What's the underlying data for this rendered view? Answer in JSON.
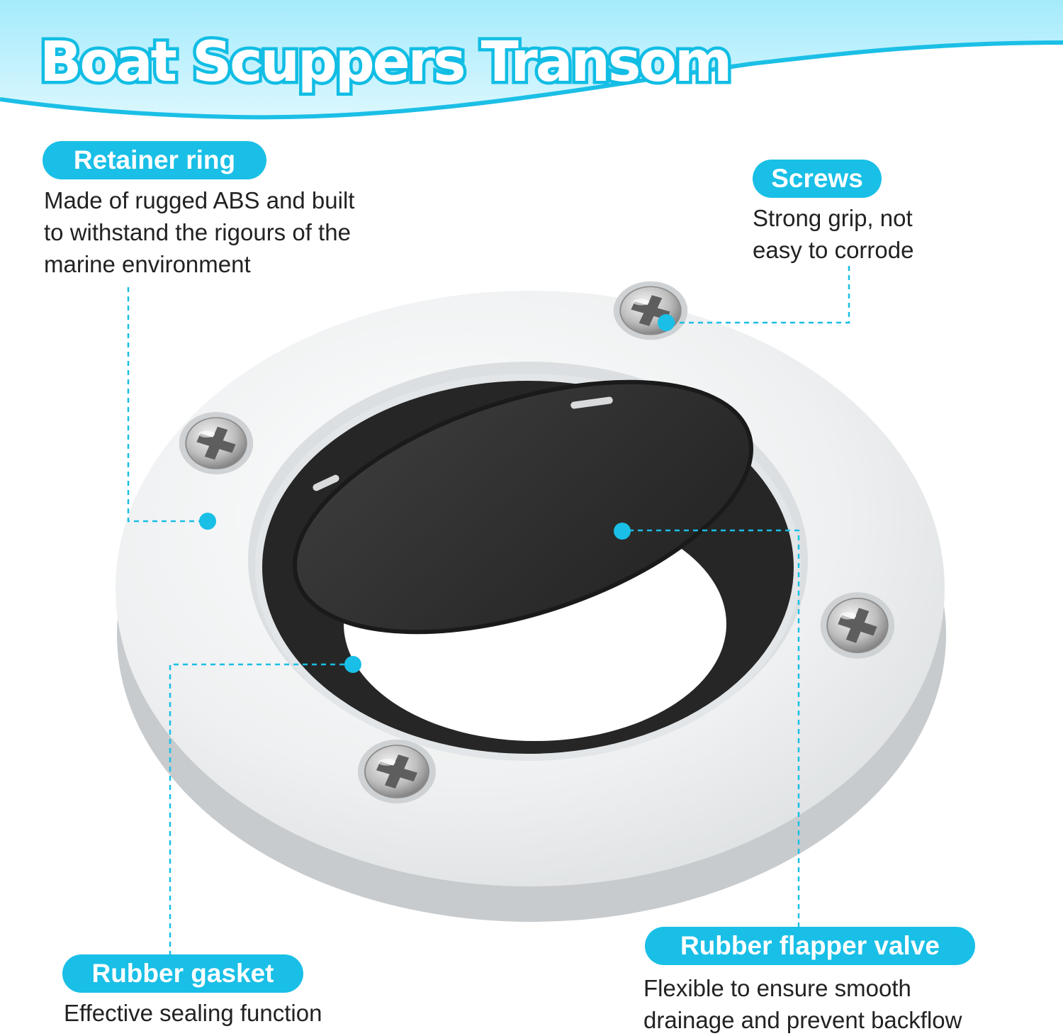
{
  "title": "Boat Scuppers Transom",
  "colors": {
    "accent": "#19bfe6",
    "header_top": "#a5ebfc",
    "ring": "#eceeef",
    "rubber": "#2e2e2e",
    "text": "#222222"
  },
  "callouts": {
    "retainer_ring": {
      "label": "Retainer ring",
      "lines": [
        "Made of rugged ABS and built",
        "to withstand the rigours of the",
        "marine environment"
      ]
    },
    "screws": {
      "label": "Screws",
      "lines": [
        "Strong grip, not",
        "easy to corrode"
      ]
    },
    "rubber_gasket": {
      "label": "Rubber gasket",
      "lines": [
        "Effective sealing function"
      ]
    },
    "rubber_flapper_valve": {
      "label": "Rubber flapper valve",
      "lines": [
        "Flexible to ensure smooth",
        "drainage and prevent backflow"
      ]
    }
  }
}
